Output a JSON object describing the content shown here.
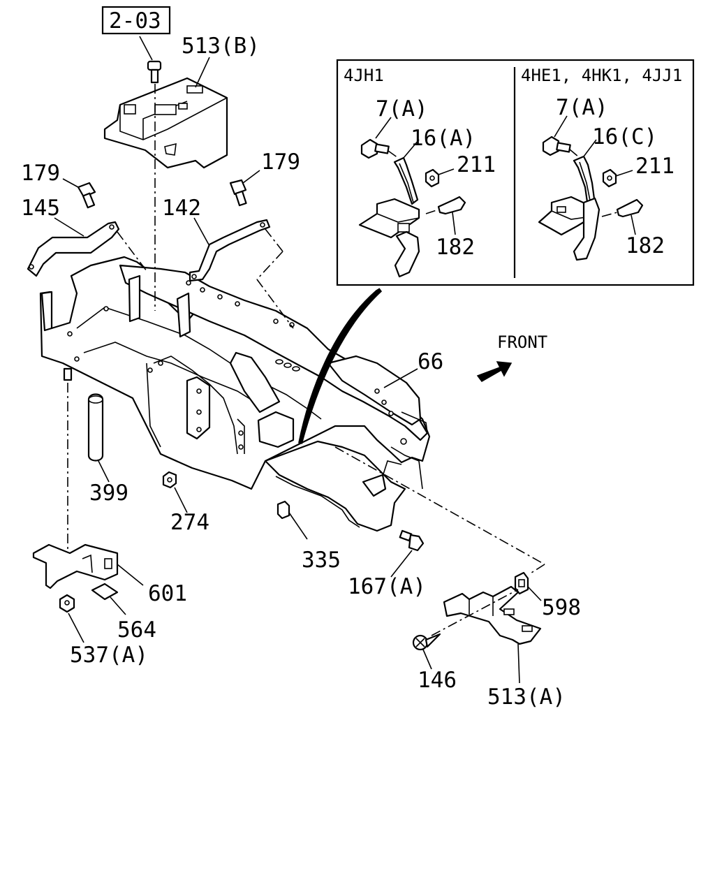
{
  "section_ref": "2-03",
  "inset": {
    "left_title": "4JH1",
    "right_title": "4HE1, 4HK1, 4JJ1",
    "left_labels": {
      "bolt": "7(A)",
      "bracket": "16(A)",
      "nut": "211",
      "screw": "182"
    },
    "right_labels": {
      "bolt": "7(A)",
      "bracket": "16(C)",
      "nut": "211",
      "screw": "182"
    }
  },
  "direction_label": "FRONT",
  "icons": {
    "front_arrow": "arrow-right-icon"
  },
  "labels": {
    "p513b": "513(B)",
    "p179_left": "179",
    "p179_right": "179",
    "p145": "145",
    "p142": "142",
    "p66": "66",
    "p399": "399",
    "p274": "274",
    "p335": "335",
    "p167a": "167(A)",
    "p601": "601",
    "p564": "564",
    "p537a": "537(A)",
    "p598": "598",
    "p146": "146",
    "p513a": "513(A)"
  }
}
